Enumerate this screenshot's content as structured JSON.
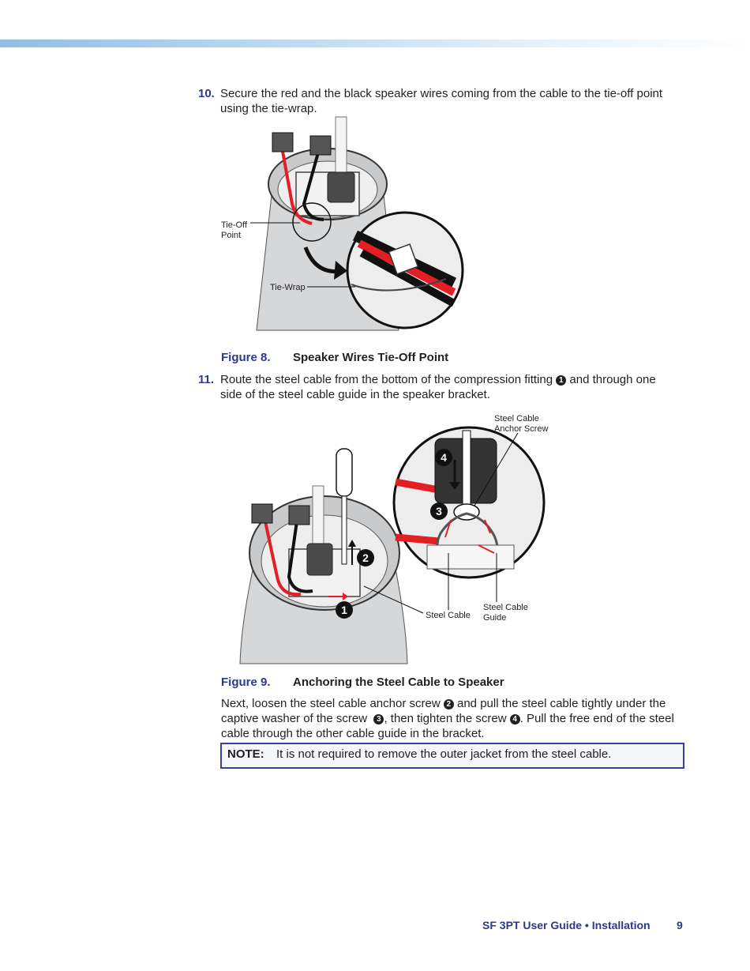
{
  "step10": {
    "number": "10.",
    "text": "Secure the red and the black speaker wires coming from the cable to the tie-off point using the tie-wrap."
  },
  "figure8": {
    "number": "Figure 8.",
    "title": "Speaker Wires Tie-Off Point",
    "labels": {
      "tie_off_1": "Tie-Off",
      "tie_off_2": "Point",
      "tie_wrap": "Tie-Wrap"
    }
  },
  "step11": {
    "number": "11.",
    "text_a": "Route the steel cable from the bottom of the compression fitting",
    "marker": "1",
    "text_b": "and through one side of the steel cable guide in the speaker bracket."
  },
  "figure9": {
    "number": "Figure 9.",
    "title": "Anchoring the Steel Cable to Speaker",
    "labels": {
      "anchor_1": "Steel Cable",
      "anchor_2": "Anchor Screw",
      "steel_cable": "Steel Cable",
      "guide_1": "Steel Cable",
      "guide_2": "Guide"
    },
    "markers": [
      "1",
      "2",
      "3",
      "4"
    ]
  },
  "paragraph": {
    "t1": "Next, loosen the steel cable anchor screw",
    "m1": "2",
    "t2": "and pull the steel cable tightly under the captive washer of the screw",
    "m2": "3",
    "t3": ", then tighten the screw",
    "m3": "4",
    "t4": ". Pull the free end of the steel cable through the other cable guide in the bracket."
  },
  "note": {
    "label": "NOTE:",
    "text": "It is not required to remove the outer jacket from the steel cable."
  },
  "footer": {
    "guide": "SF 3PT User Guide • Installation",
    "page": "9"
  },
  "colors": {
    "accent": "#2b3990",
    "wire_red": "#e31e24",
    "topbar": "#a9d0ee"
  }
}
